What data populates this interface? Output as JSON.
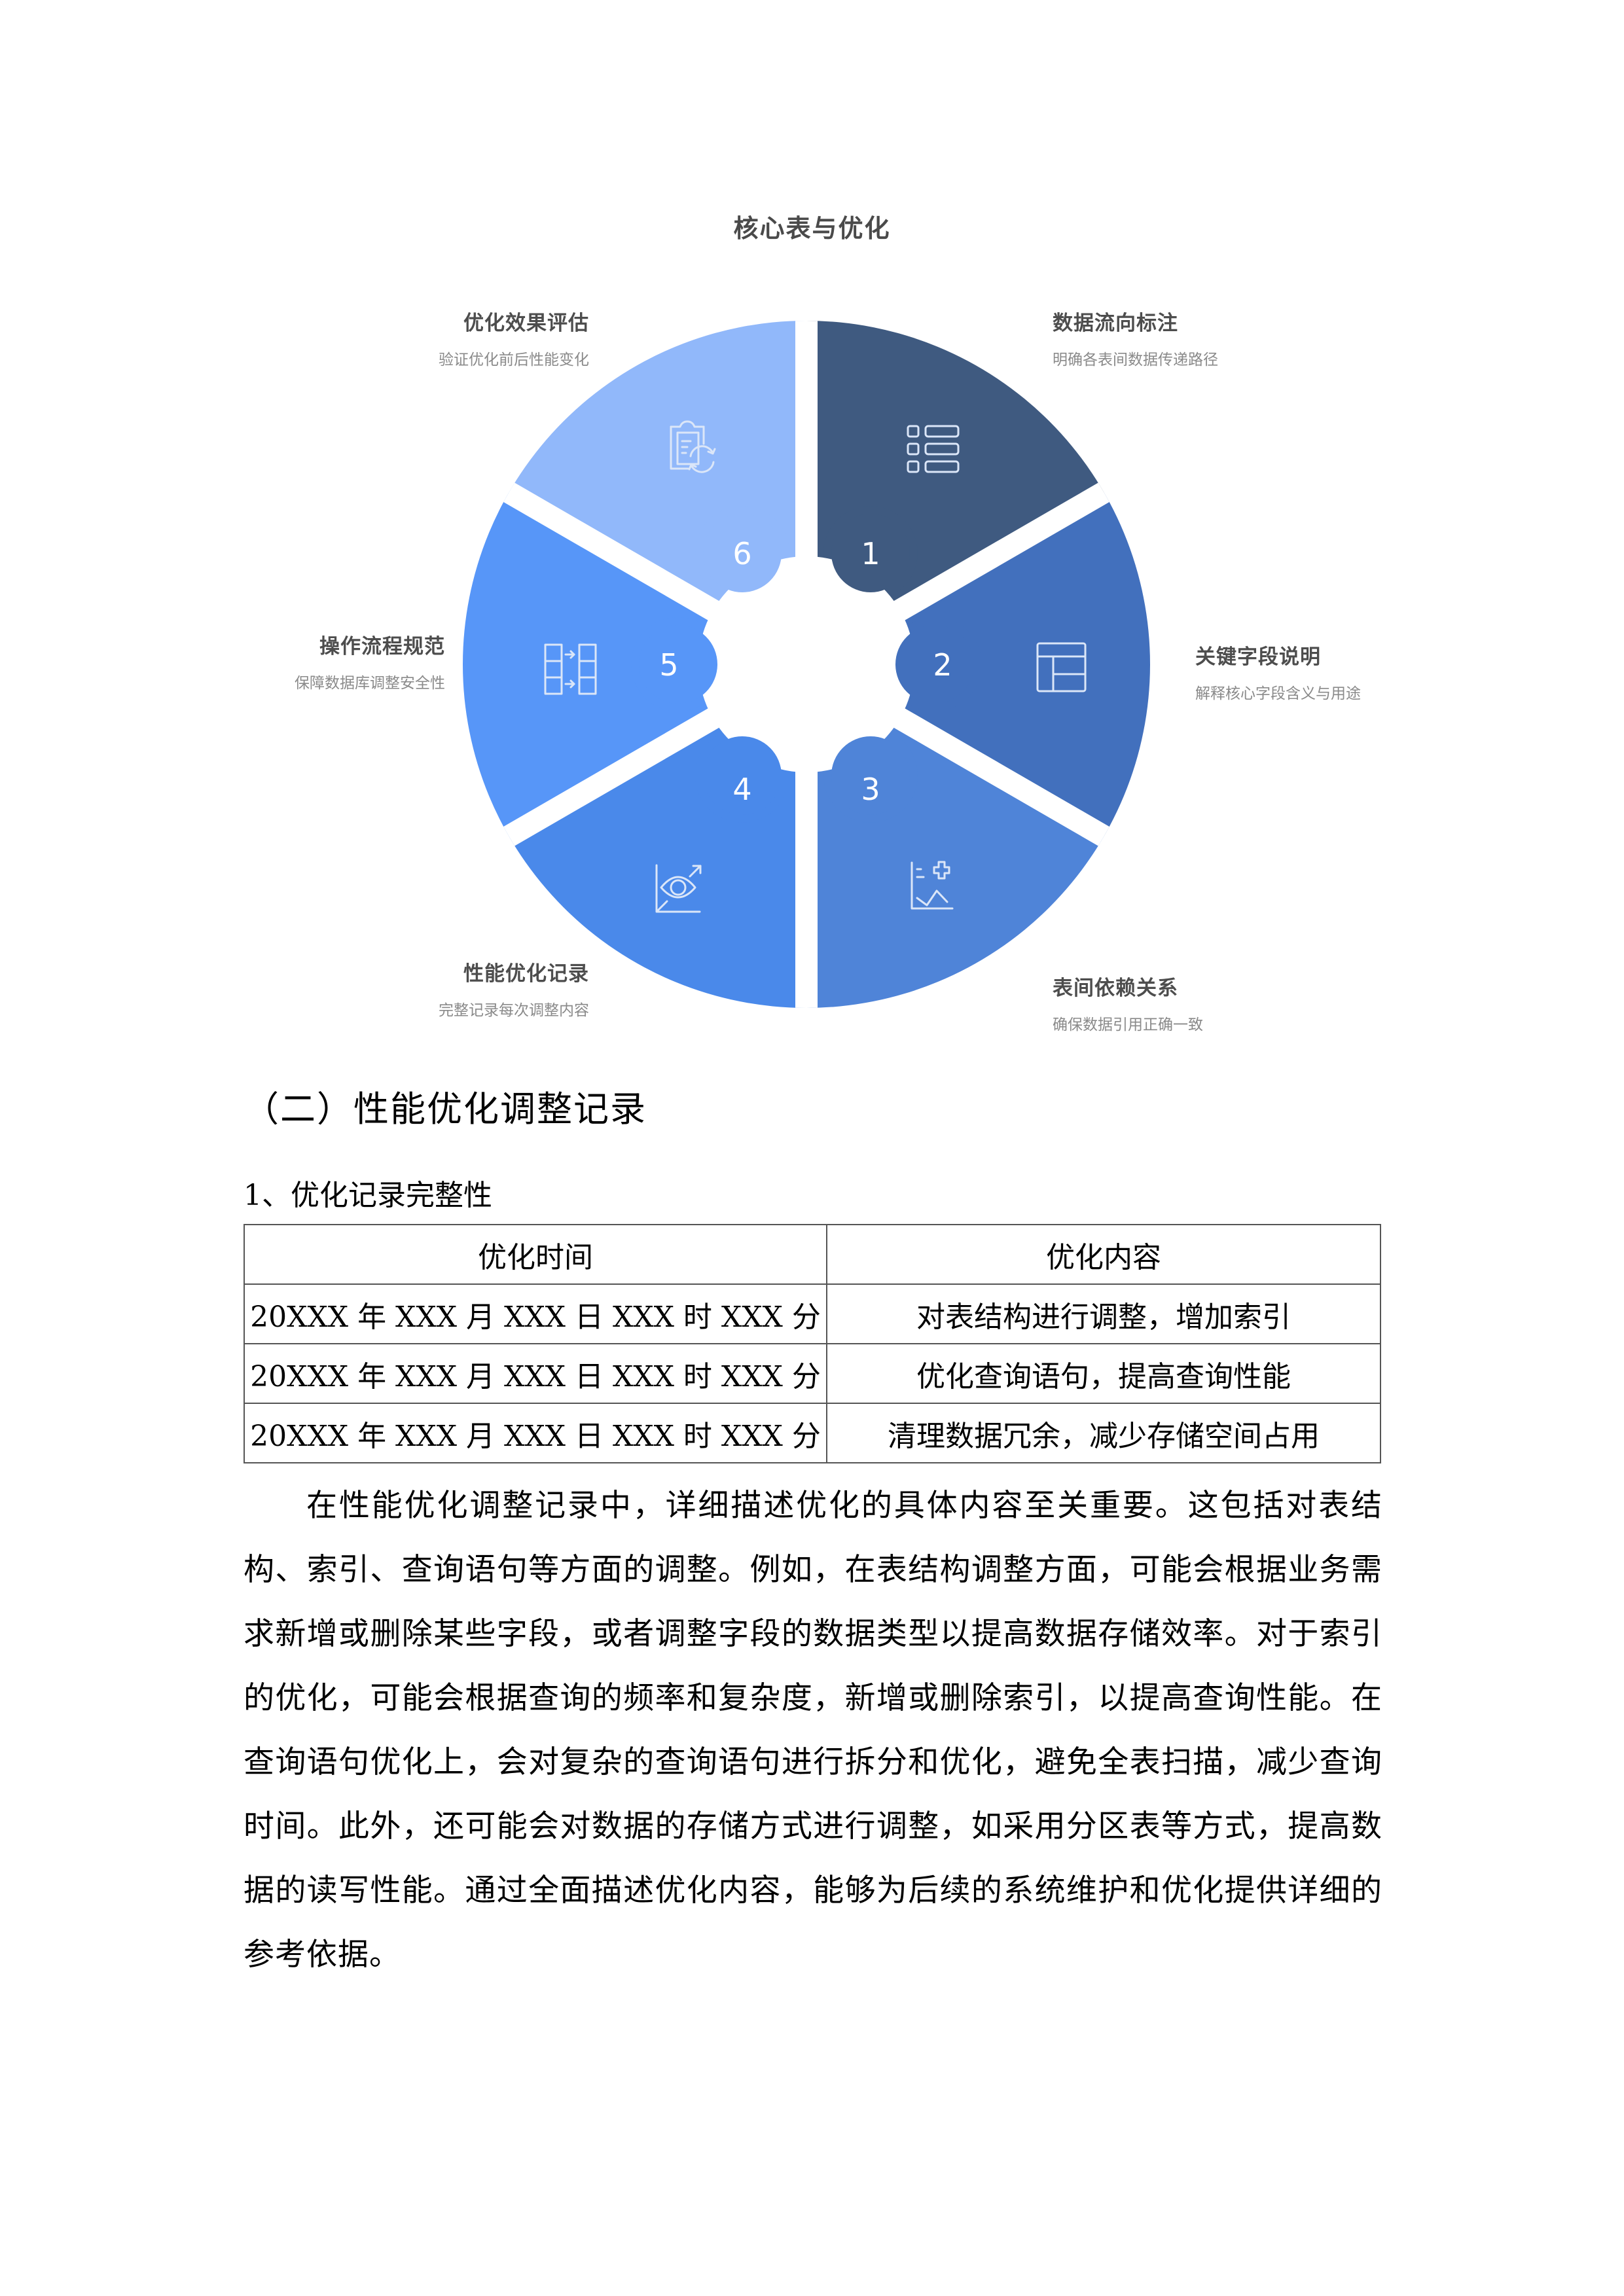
{
  "diagram": {
    "title": "核心表与优化",
    "segments": [
      {
        "number": "1",
        "title": "数据流向标注",
        "desc": "明确各表间数据传递路径",
        "icon": "list-icon",
        "color": "#3f5a80"
      },
      {
        "number": "2",
        "title": "关键字段说明",
        "desc": "解释核心字段含义与用途",
        "icon": "table-layout-icon",
        "color": "#4270bd"
      },
      {
        "number": "3",
        "title": "表间依赖关系",
        "desc": "确保数据引用正确一致",
        "icon": "chart-plus-icon",
        "color": "#4f84d8"
      },
      {
        "number": "4",
        "title": "性能优化记录",
        "desc": "完整记录每次调整内容",
        "icon": "eye-chart-icon",
        "color": "#4a89ea"
      },
      {
        "number": "5",
        "title": "操作流程规范",
        "desc": "保障数据库调整安全性",
        "icon": "column-transfer-icon",
        "color": "#5796f8"
      },
      {
        "number": "6",
        "title": "优化效果评估",
        "desc": "验证优化前后性能变化",
        "icon": "clipboard-refresh-icon",
        "color": "#91b8fa"
      }
    ]
  },
  "section": {
    "heading": "（二）性能优化调整记录",
    "subheading": "1、优化记录完整性"
  },
  "table": {
    "headers": [
      "优化时间",
      "优化内容"
    ],
    "rows": [
      [
        "20XXX 年 XXX 月 XXX 日 XXX 时 XXX 分",
        "对表结构进行调整，增加索引"
      ],
      [
        "20XXX 年 XXX 月 XXX 日 XXX 时 XXX 分",
        "优化查询语句，提高查询性能"
      ],
      [
        "20XXX 年 XXX 月 XXX 日 XXX 时 XXX 分",
        "清理数据冗余，减少存储空间占用"
      ]
    ]
  },
  "paragraph": "在性能优化调整记录中，详细描述优化的具体内容至关重要。这包括对表结构、索引、查询语句等方面的调整。例如，在表结构调整方面，可能会根据业务需求新增或删除某些字段，或者调整字段的数据类型以提高数据存储效率。对于索引的优化，可能会根据查询的频率和复杂度，新增或删除索引，以提高查询性能。在查询语句优化上，会对复杂的查询语句进行拆分和优化，避免全表扫描，减少查询时间。此外，还可能会对数据的存储方式进行调整，如采用分区表等方式，提高数据的读写性能。通过全面描述优化内容，能够为后续的系统维护和优化提供详细的参考依据。"
}
